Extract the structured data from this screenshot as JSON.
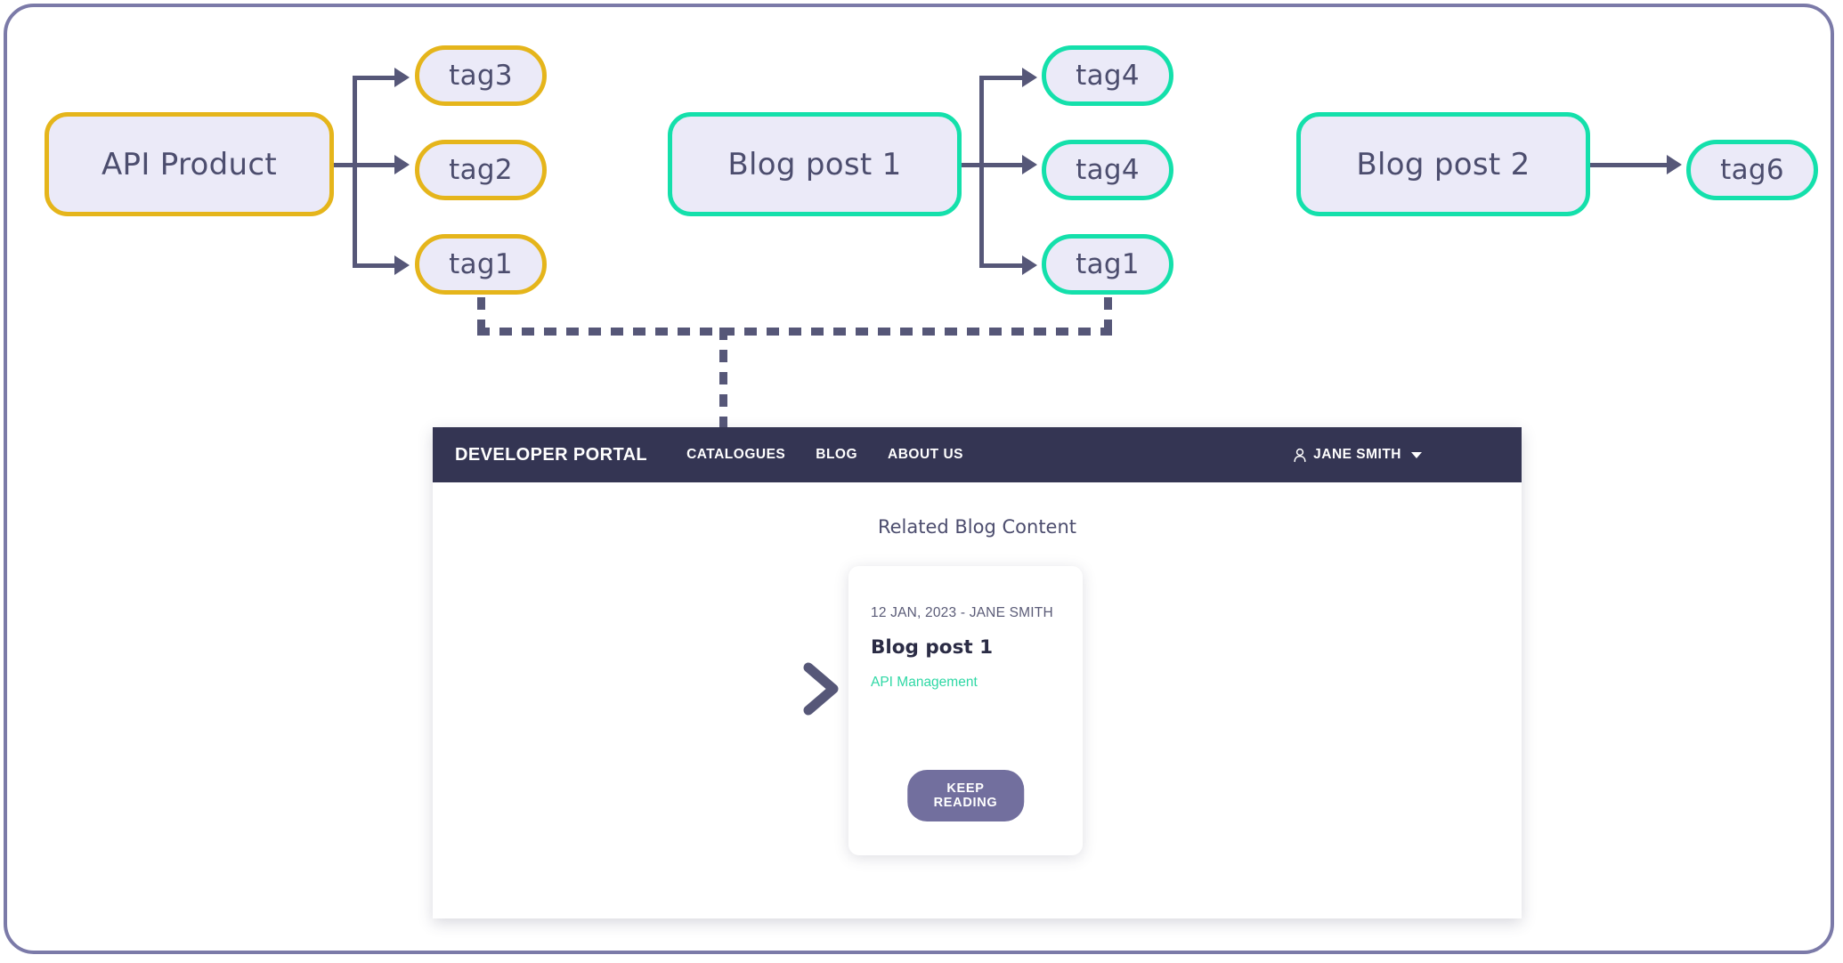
{
  "diagram": {
    "groups": [
      {
        "source": {
          "label": "API Product",
          "accent": "#e5b51b"
        },
        "tags": [
          {
            "label": "tag3"
          },
          {
            "label": "tag2"
          },
          {
            "label": "tag1"
          }
        ]
      },
      {
        "source": {
          "label": "Blog post 1",
          "accent": "#14e0ab"
        },
        "tags": [
          {
            "label": "tag4"
          },
          {
            "label": "tag4"
          },
          {
            "label": "tag1"
          }
        ]
      },
      {
        "source": {
          "label": "Blog post 2",
          "accent": "#14e0ab"
        },
        "tags": [
          {
            "label": "tag6"
          }
        ]
      }
    ]
  },
  "portal": {
    "brand": "DEVELOPER PORTAL",
    "nav": [
      {
        "label": "CATALOGUES"
      },
      {
        "label": "BLOG"
      },
      {
        "label": "ABOUT US"
      }
    ],
    "user": {
      "name": "JANE SMITH",
      "icon": "person-icon"
    },
    "section_title": "Related Blog Content",
    "card": {
      "meta": "12 JAN, 2023 - JANE SMITH",
      "title": "Blog post 1",
      "tag": "API Management",
      "button": "KEEP READING"
    }
  },
  "colors": {
    "node_fill": "#ebeaf8",
    "node_text": "#4c4d6e",
    "accent_yellow": "#e5b51b",
    "accent_teal": "#14e0ab",
    "connector": "#565778",
    "header_bg": "#343553",
    "button_bg": "#726f9e",
    "tag_link": "#2fd8a5",
    "frame_border": "#7b7aa8"
  }
}
